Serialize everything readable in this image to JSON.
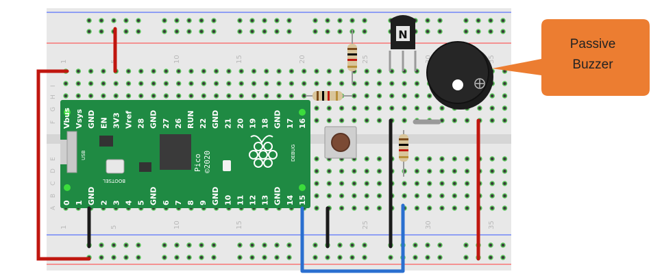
{
  "board": {
    "top_pins": [
      "Vbus",
      "Vsys",
      "GND",
      "EN",
      "3V3",
      "Vref",
      "28",
      "GND",
      "27",
      "26",
      "RUN",
      "22",
      "GND",
      "21",
      "20",
      "19",
      "18",
      "GND",
      "17",
      "16"
    ],
    "bottom_pins": [
      "0",
      "1",
      "GND",
      "2",
      "3",
      "4",
      "5",
      "GND",
      "6",
      "7",
      "8",
      "9",
      "GND",
      "10",
      "11",
      "12",
      "13",
      "GND",
      "14",
      "15"
    ],
    "name": "Pico",
    "copyright": "©2020",
    "debug": "DEBUG",
    "usb": "USB",
    "bootsel": "BOOTSEL"
  },
  "breadboard": {
    "column_numbers": [
      "1",
      "5",
      "10",
      "15",
      "20",
      "25",
      "30",
      "35"
    ],
    "row_letters_top": [
      "J",
      "I",
      "H",
      "G",
      "F"
    ],
    "row_letters_bottom": [
      "E",
      "D",
      "C",
      "B",
      "A"
    ]
  },
  "transistor": {
    "label": "N"
  },
  "callout": {
    "line1": "Passive",
    "line2": "Buzzer"
  },
  "colors": {
    "wire_red": "#c0160f",
    "wire_black": "#1a1a1a",
    "wire_blue": "#2a6fd0",
    "board_green": "#1f8a43",
    "callout_orange": "#ec7d31"
  }
}
